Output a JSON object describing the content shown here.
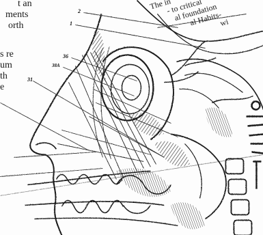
{
  "left_text": {
    "lines": [
      "t an",
      "ments",
      "orth",
      "s re",
      "um",
      "th",
      "e"
    ]
  },
  "top_text": {
    "lines": [
      "The in",
      "- to critical",
      "al foundation",
      "al Habits-",
      "wi"
    ]
  },
  "labels": [
    "2",
    "1",
    "36",
    "38A",
    "31"
  ],
  "colors": {
    "ink": "#1a1a1a",
    "paper": "#fdfdfd",
    "mid": "#6b6b6b"
  }
}
